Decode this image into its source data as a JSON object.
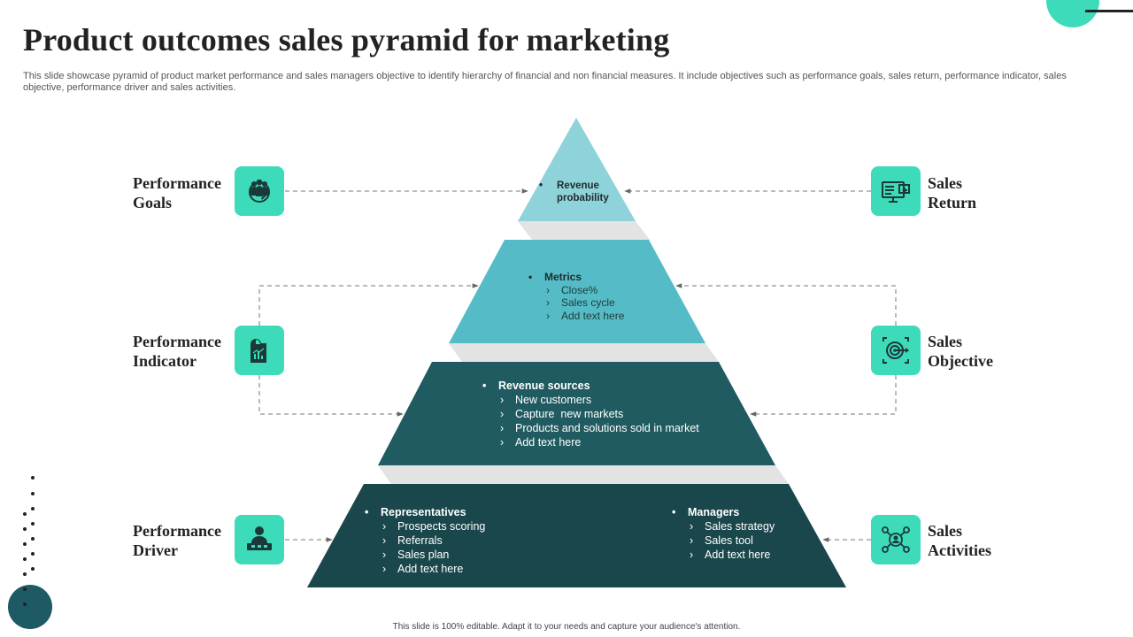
{
  "title": "Product outcomes sales pyramid for marketing",
  "subtitle": "This slide showcase pyramid of product market performance and sales managers objective to identify hierarchy of financial and non financial measures. It include objectives such as performance goals, sales return, performance indicator, sales objective, performance driver and sales activities.",
  "footer": "This slide is 100% editable. Adapt it to your needs and capture your audience's attention.",
  "colors": {
    "accent_mint": "#3ddbb9",
    "level1": "#8fd3da",
    "level2": "#55bcc7",
    "level3": "#1f5b60",
    "level4": "#1a474c",
    "shadow": "#e3e3e3",
    "deco_dark": "#1d5a63"
  },
  "pyramid": {
    "level1": {
      "head": "Revenue probability",
      "items": []
    },
    "level2": {
      "head": "Metrics",
      "items": [
        "Close%",
        "Sales cycle",
        "Add text here"
      ]
    },
    "level3": {
      "head": "Revenue sources",
      "items": [
        "New customers",
        "Capture  new markets",
        "Products and solutions sold in market",
        "Add text here"
      ]
    },
    "level4": {
      "left": {
        "head": "Representatives",
        "items": [
          "Prospects scoring",
          "Referrals",
          "Sales plan",
          "Add text here"
        ]
      },
      "right": {
        "head": "Managers",
        "items": [
          "Sales strategy",
          "Sales tool",
          "Add text here"
        ]
      }
    }
  },
  "labels": {
    "performance_goals": [
      "Performance",
      "Goals"
    ],
    "sales_return": [
      "Sales",
      "Return"
    ],
    "performance_indicator": [
      "Performance",
      "Indicator"
    ],
    "sales_objective": [
      "Sales",
      "Objective"
    ],
    "performance_driver": [
      "Performance",
      "Driver"
    ],
    "sales_activities": [
      "Sales",
      "Activities"
    ]
  },
  "icons": {
    "performance_goals": "team-target-icon",
    "sales_return": "monitor-export-icon",
    "performance_indicator": "report-chart-icon",
    "sales_objective": "target-arrow-icon",
    "performance_driver": "presenter-icon",
    "sales_activities": "network-person-icon"
  }
}
